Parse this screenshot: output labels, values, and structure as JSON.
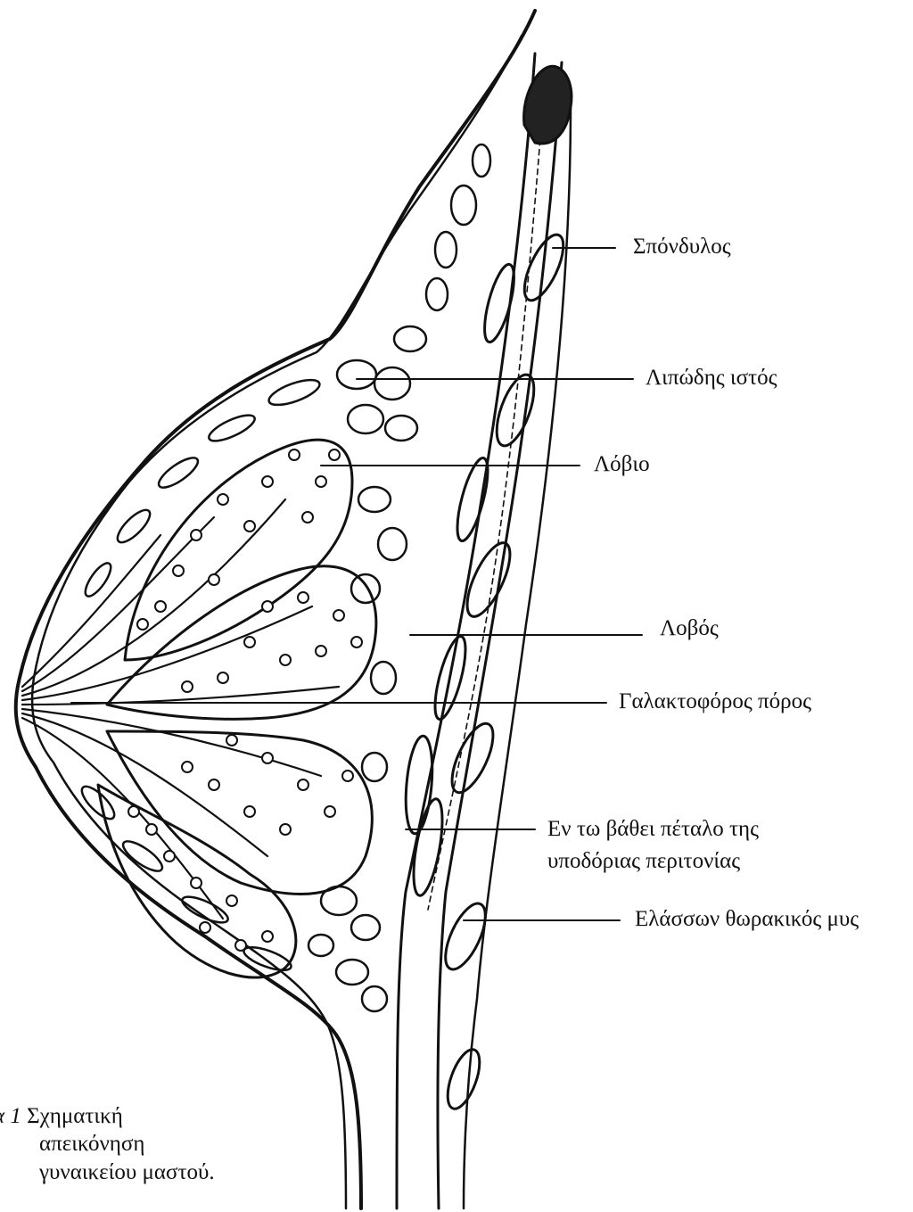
{
  "labels": {
    "vertebra": "Σπόνδυλος",
    "adipose_tissue": "Λιπώδης ιστός",
    "lobule": "Λόβιο",
    "lobe": "Λοβός",
    "milk_duct": "Γαλακτοφόρος πόρος",
    "deep_fascia_line1": "Εν τω βάθει πέταλο της",
    "deep_fascia_line2": "υποδόριας περιτονίας",
    "pectoralis_minor": "Ελάσσων θωρακικός μυς"
  },
  "caption": {
    "figure_ref": "α 1",
    "line1": "Σχηματική",
    "line2": "απεικόνηση",
    "line3": "γυναικείου μαστού."
  },
  "colors": {
    "ink": "#111111",
    "paper": "#ffffff"
  }
}
